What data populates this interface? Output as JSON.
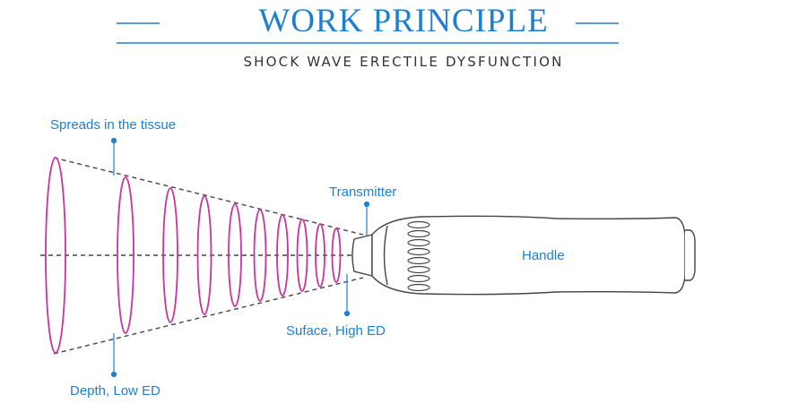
{
  "header": {
    "title": "WORK PRINCIPLE",
    "subtitle": "SHOCK WAVE ERECTILE DYSFUNCTION"
  },
  "labels": {
    "spreads": "Spreads in the tissue",
    "depth": "Depth, Low ED",
    "transmitter": "Transmitter",
    "surface": "Suface, High ED",
    "handle": "Handle"
  },
  "colors": {
    "accent": "#1f7fcf",
    "wave": "#c8359b",
    "outline": "#444444"
  }
}
